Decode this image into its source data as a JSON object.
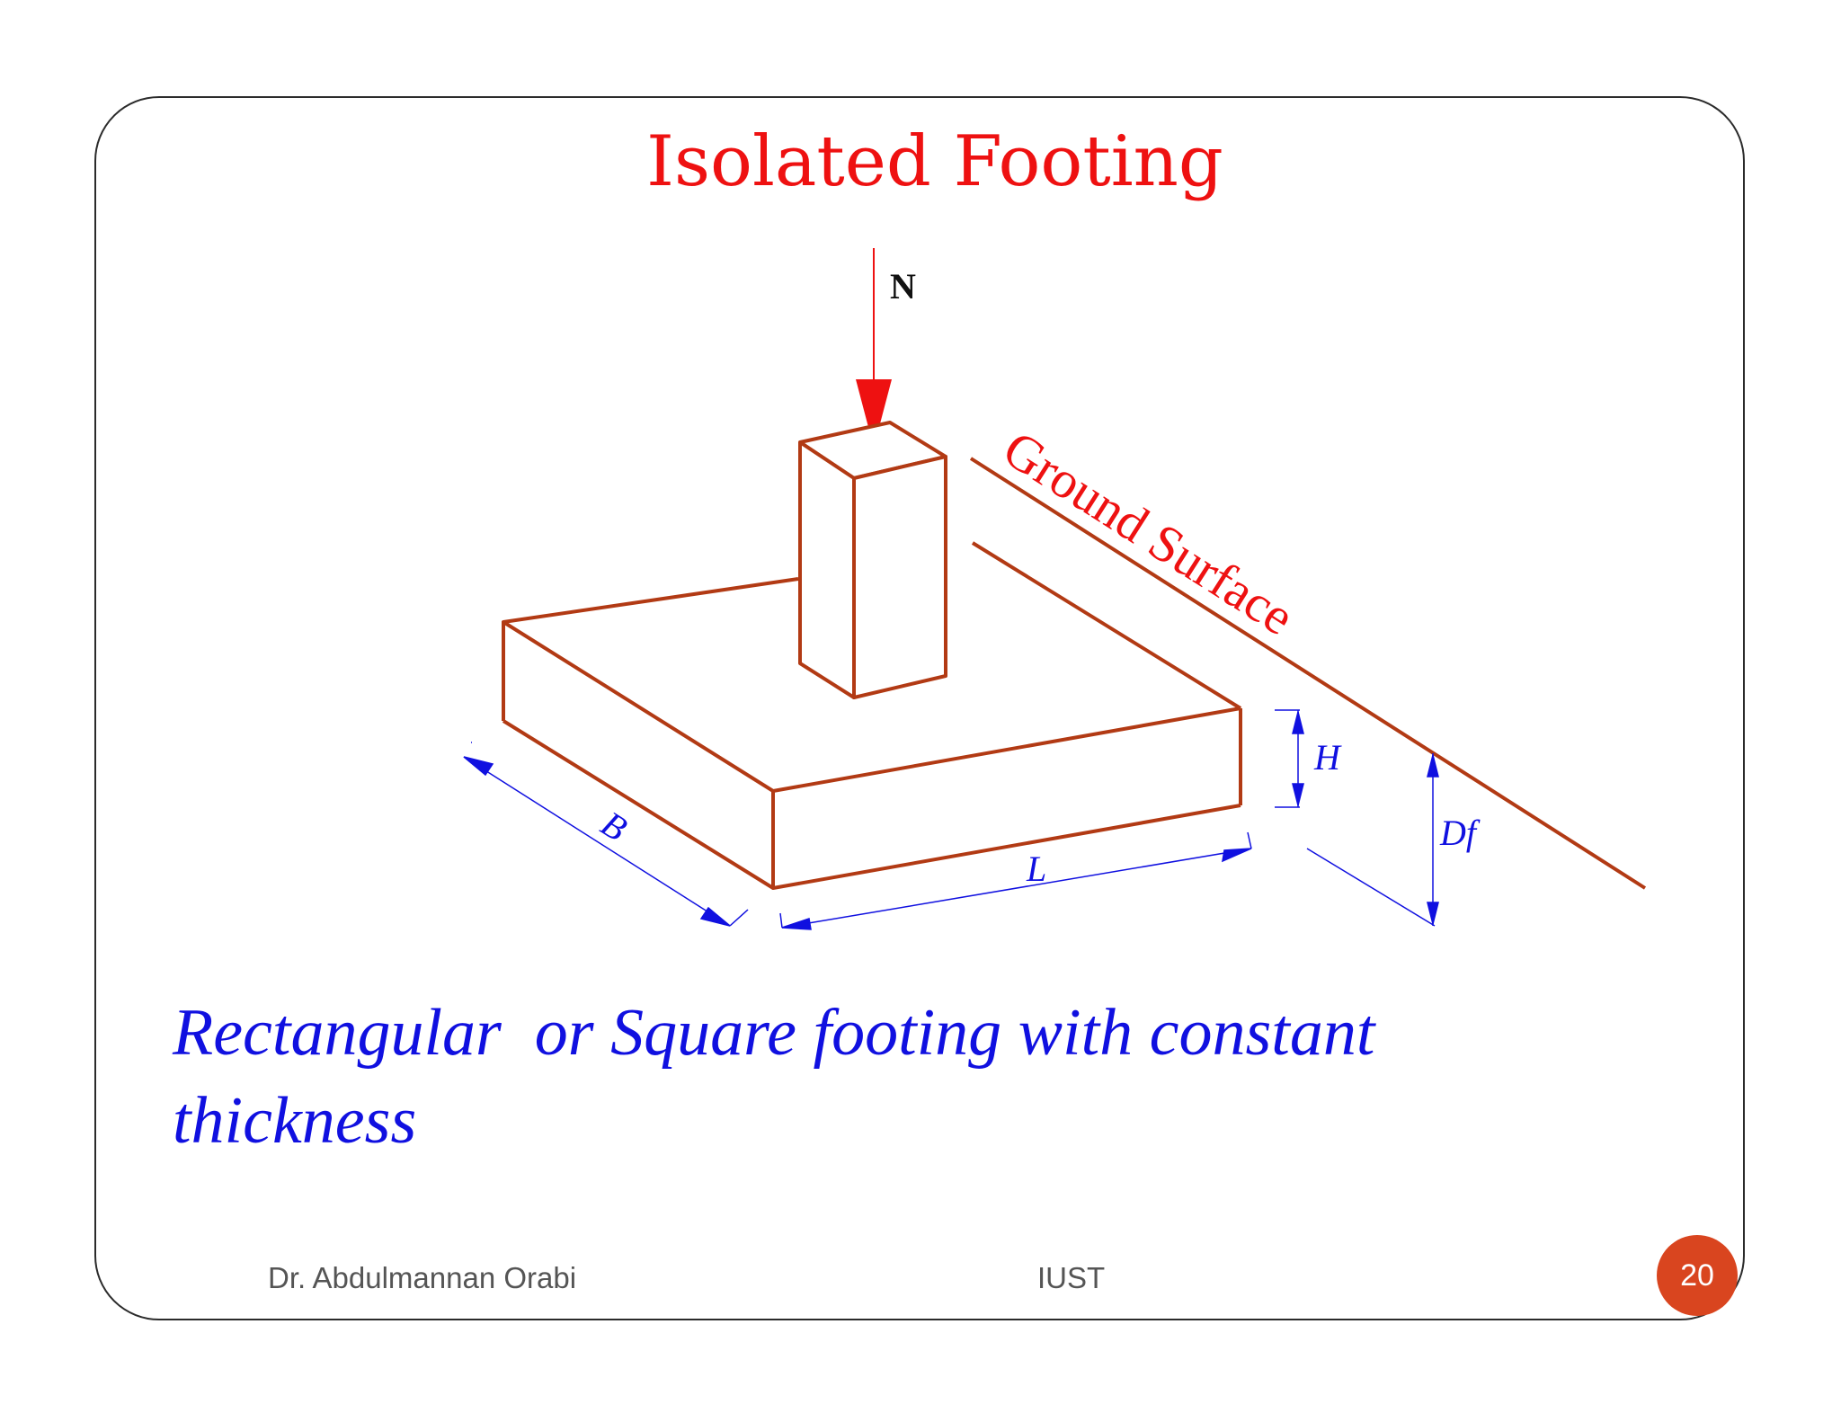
{
  "slide": {
    "title": "Isolated Footing",
    "caption_line1": "Rectangular  or Square footing with constant",
    "caption_line2": "thickness",
    "footer_author": "Dr. Abdulmannan Orabi",
    "footer_org": "IUST",
    "page_number": "20"
  },
  "diagram": {
    "load_label": "N",
    "ground_label": "Ground Surface",
    "dim_B": "B",
    "dim_L": "L",
    "dim_H": "H",
    "dim_Df": "Df"
  },
  "colors": {
    "title": "#ee1111",
    "caption": "#1010e0",
    "footing_outline": "#b23a14",
    "dimension": "#1010e0",
    "load_arrow": "#ee1111",
    "badge": "#d9451f"
  }
}
